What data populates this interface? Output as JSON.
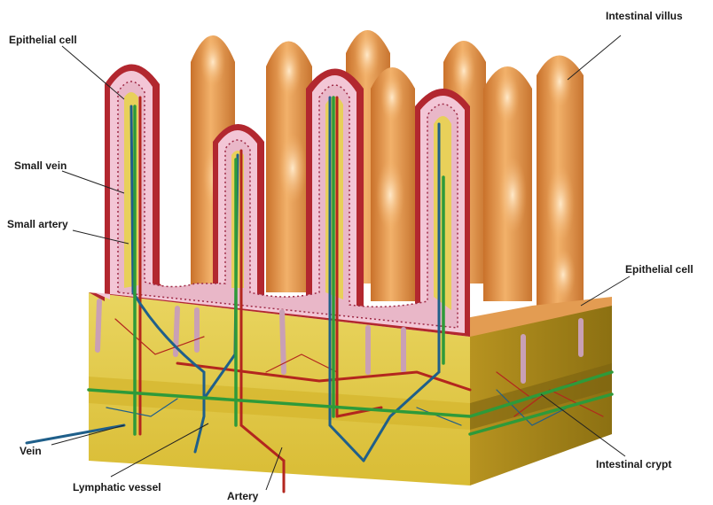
{
  "labels": {
    "epithelial_cell_top": "Epithelial cell",
    "intestinal_villus": "Intestinal villus",
    "small_vein": "Small vein",
    "small_artery": "Small artery",
    "epithelial_cell_right": "Epithelial cell",
    "vein": "Vein",
    "lymphatic_vessel": "Lymphatic vessel",
    "artery": "Artery",
    "intestinal_crypt": "Intestinal crypt"
  },
  "colors": {
    "villus_orange": "#E8A050",
    "villus_highlight": "#FBD9A6",
    "cut_pink": "#F3C6D6",
    "cut_red": "#B2272F",
    "tissue_yellow": "#E6CF4A",
    "tissue_dark": "#A88A18",
    "vein_blue": "#1F5F8A",
    "lymph_green": "#2E9A3A",
    "artery_red": "#B3261E"
  }
}
